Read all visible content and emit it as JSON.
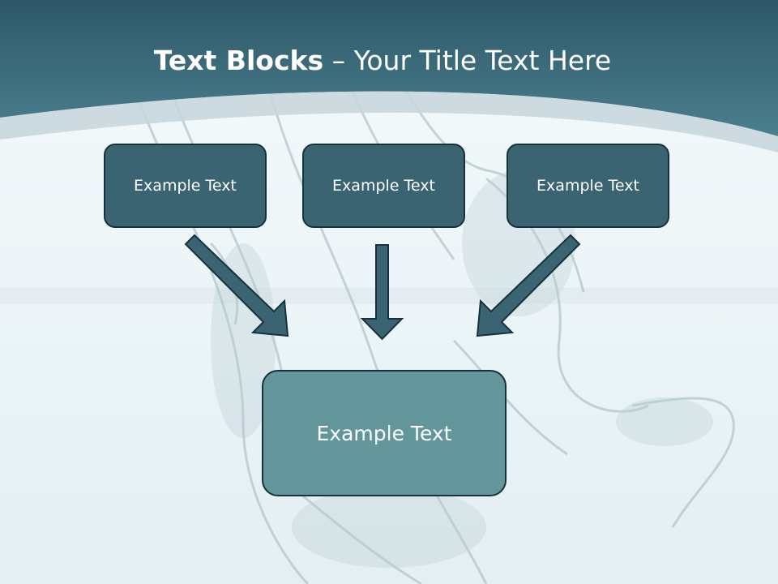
{
  "slide": {
    "title_bold": "Text Blocks",
    "title_dash": " – ",
    "title_rest": "Your Title Text Here"
  },
  "blocks": {
    "top": [
      {
        "label": "Example Text"
      },
      {
        "label": "Example Text"
      },
      {
        "label": "Example Text"
      }
    ],
    "bottom": {
      "label": "Example Text"
    }
  },
  "colors": {
    "header": "#3a6878",
    "small_box": "#3b6472",
    "big_box": "#62969a",
    "border": "#17313d",
    "arrow": "#3b6472"
  }
}
